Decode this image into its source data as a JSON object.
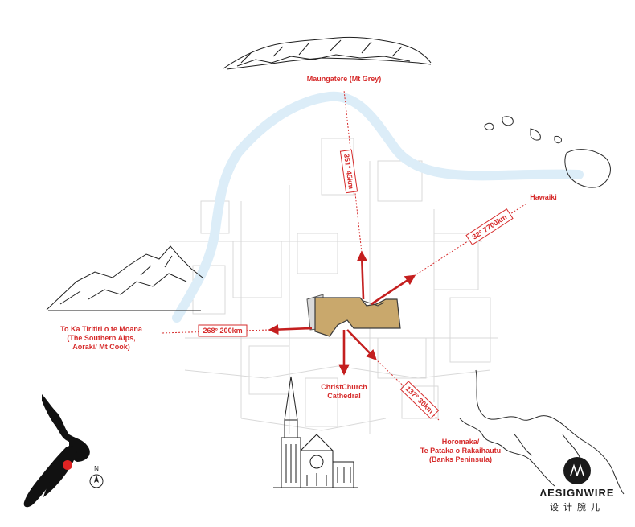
{
  "places": {
    "maungatere": [
      "Maungatere (Mt Grey)"
    ],
    "hawaiki": [
      "Hawaiki"
    ],
    "alps": [
      "To Ka Tiritiri o te Moana",
      "(The Southern Alps,",
      "Aoraki/ Mt Cook)"
    ],
    "cathedral": [
      "ChristChurch",
      "Cathedral"
    ],
    "horomaka": [
      "Horomaka/",
      "Te Pataka o Rakaihautu",
      "(Banks Peninsula)"
    ]
  },
  "distances": {
    "mtgrey": "351° 45km",
    "hawaiki": "32° 7700km",
    "alps": "268° 200km",
    "banks": "137° 30km"
  },
  "north_label": "N",
  "brand": {
    "name": "ΛESIGNWIRE",
    "sub": "设计腕儿"
  },
  "colors": {
    "accent": "#d62b2b",
    "river": "#dcedf8",
    "building": "#c9a86c",
    "street": "#d8d8d8"
  },
  "icons": {
    "north_arrow": "north-arrow-icon",
    "brand_logo": "aw-logo-icon"
  }
}
